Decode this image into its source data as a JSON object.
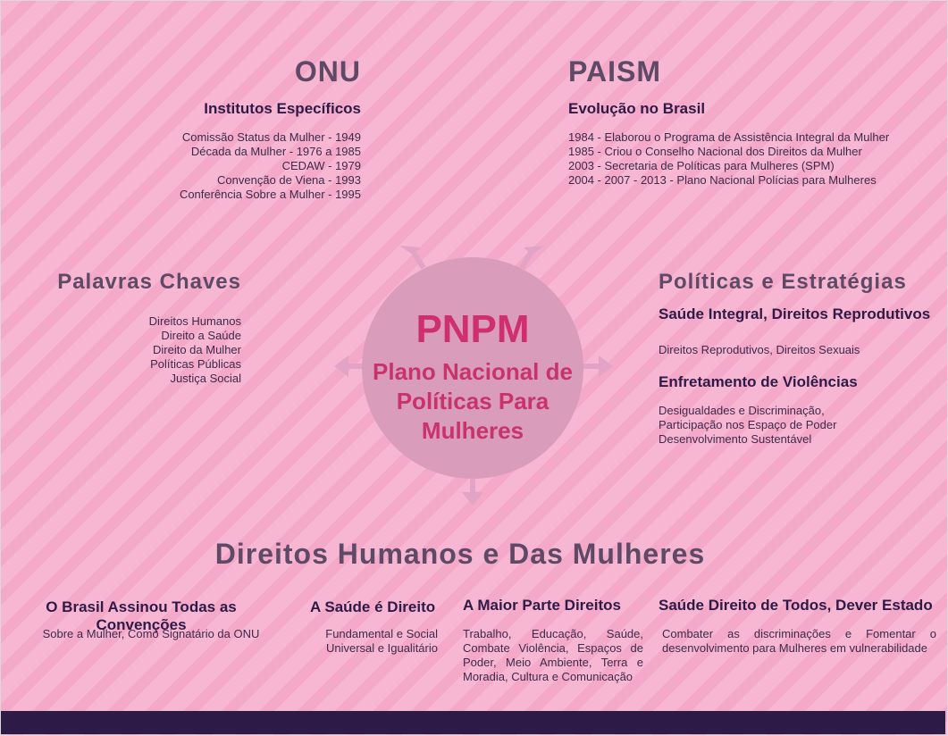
{
  "colors": {
    "background": "#f7b6d2",
    "stripe": "#f4a9c8",
    "circle": "#d99dbb",
    "accent": "#d02f6d",
    "heading": "#5e4a66",
    "footer": "#2e1a47"
  },
  "onu": {
    "title": "ONU",
    "subtitle": "Institutos Específicos",
    "items": [
      "Comissão  Status da Mulher - 1949",
      "Década da Mulher - 1976 a 1985",
      "CEDAW - 1979",
      "Convenção de Viena - 1993",
      "Conferência Sobre a Mulher - 1995"
    ]
  },
  "paism": {
    "title": "PAISM",
    "subtitle": "Evolução no Brasil",
    "items": [
      "1984 - Elaborou o Programa de Assistência Integral da Mulher",
      "1985 - Criou o Conselho Nacional dos Direitos da Mulher",
      "2003 - Secretaria de Políticas para Mulheres (SPM)",
      "2004 - 2007 - 2013 - Plano Nacional Polícias para Mulheres"
    ]
  },
  "keywords": {
    "title": "Palavras Chaves",
    "items": [
      "Direitos Humanos",
      "Direito a Saúde",
      "Direito da Mulher",
      "Políticas Públicas",
      "Justiça Social"
    ]
  },
  "center": {
    "acronym": "PNPM",
    "name": "Plano Nacional de Políticas Para Mulheres"
  },
  "policies": {
    "title": "Políticas e Estratégias",
    "sub1": "Saúde Integral,  Direitos Reprodutivos",
    "text1": "Direitos Reprodutivos, Direitos Sexuais",
    "sub2": "Enfretamento de Violências",
    "items2": [
      "Desigualdades e Discriminação,",
      "Participação nos Espaço de Poder",
      "Desenvolvimento Sustentável"
    ]
  },
  "rights": {
    "title": "Direitos Humanos e Das Mulheres",
    "col1": {
      "title": "O Brasil Assinou Todas as Convenções",
      "text": "Sobre a Mulher, Como Signatário da ONU"
    },
    "col2": {
      "title": "A Saúde é  Direito",
      "text": "Fundamental e Social Universal e Igualitário"
    },
    "col3": {
      "title": "A Maior Parte Direitos",
      "text": "Trabalho, Educação, Saúde, Combate Violência, Espaços de Poder, Meio Ambiente, Terra e Moradia, Cultura e Comunicação"
    },
    "col4": {
      "title": "Saúde Direito de Todos, Dever  Estado",
      "text": "Combater as discriminações e Fomentar o desenvolvimento para Mulheres em vulnerabilidade"
    }
  }
}
